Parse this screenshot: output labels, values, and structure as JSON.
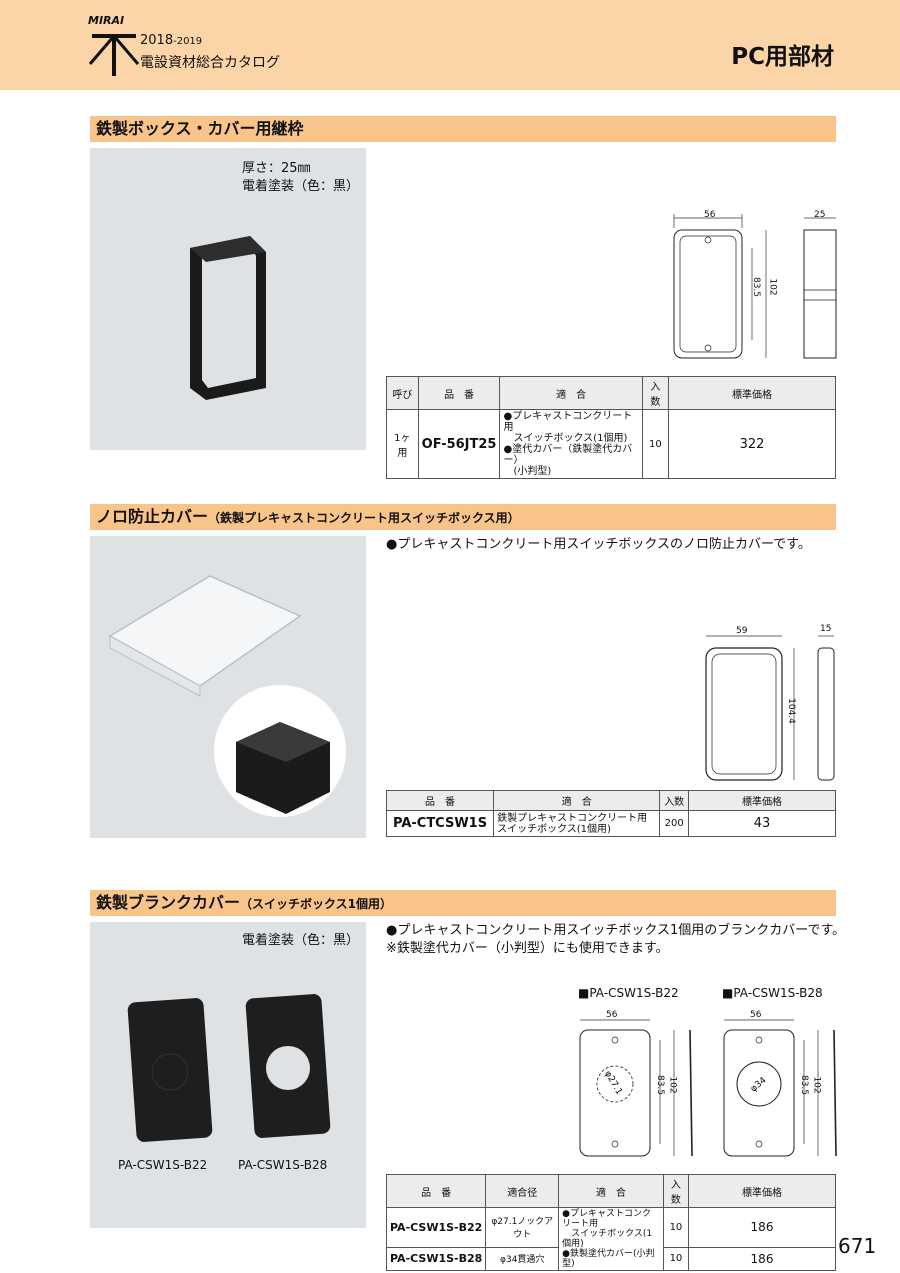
{
  "header": {
    "brand": "MIRAI",
    "year_main": "2018",
    "year_sub": "-2019",
    "catalog_title": "電設資材総合カタログ",
    "page_category": "PC用部材"
  },
  "section1": {
    "title": "鉄製ボックス・カバー用継枠",
    "note_line1": "厚さ：25㎜",
    "note_line2": "電着塗装（色：黒）",
    "dims": {
      "w": "56",
      "h1": "83.5",
      "h2": "102",
      "d": "25"
    },
    "table": {
      "headers": [
        "呼び",
        "品　番",
        "適　合",
        "入数",
        "標準価格"
      ],
      "rows": [
        {
          "size": "1ヶ用",
          "model": "OF-56JT25",
          "fit1": "●プレキャストコンクリート用",
          "fit2": "　スイッチボックス(1個用)",
          "fit3": "●塗代カバー（鉄製塗代カバー）",
          "fit4": "　(小判型)",
          "qty": "10",
          "price": "322"
        }
      ]
    }
  },
  "section2": {
    "title": "ノロ防止カバー",
    "subtitle": "（鉄製プレキャストコンクリート用スイッチボックス用）",
    "desc": "●プレキャストコンクリート用スイッチボックスのノロ防止カバーです。",
    "dims": {
      "w": "59",
      "h": "104.4",
      "d": "15"
    },
    "table": {
      "headers": [
        "品　番",
        "適　合",
        "入数",
        "標準価格"
      ],
      "rows": [
        {
          "model": "PA-CTCSW1S",
          "fit1": "鉄製プレキャストコンクリート用",
          "fit2": "スイッチボックス(1個用)",
          "qty": "200",
          "price": "43"
        }
      ]
    }
  },
  "section3": {
    "title": "鉄製ブランクカバー",
    "subtitle": "（スイッチボックス1個用）",
    "note": "電着塗装（色：黒）",
    "desc1": "●プレキャストコンクリート用スイッチボックス1個用のブランクカバーです。",
    "desc2": "※鉄製塗代カバー（小判型）にも使用できます。",
    "caption_left": "PA-CSW1S-B22",
    "caption_right": "PA-CSW1S-B28",
    "drawing_left_label": "■PA-CSW1S-B22",
    "drawing_right_label": "■PA-CSW1S-B28",
    "dims_left": {
      "w": "56",
      "h1": "83.5",
      "h2": "102",
      "hole": "φ27.1"
    },
    "dims_right": {
      "w": "56",
      "h1": "83.5",
      "h2": "102",
      "hole": "φ34"
    },
    "table": {
      "headers": [
        "品　番",
        "適合径",
        "適　合",
        "入数",
        "標準価格"
      ],
      "fit1": "●プレキャストコンクリート用",
      "fit2": "　スイッチボックス(1個用)",
      "fit3": "●鉄製塗代カバー(小判型)",
      "rows": [
        {
          "model": "PA-CSW1S-B22",
          "diam": "φ27.1ノックアウト",
          "qty": "10",
          "price": "186"
        },
        {
          "model": "PA-CSW1S-B28",
          "diam": "φ34貫通穴",
          "qty": "10",
          "price": "186"
        }
      ]
    }
  },
  "page_number": "671"
}
